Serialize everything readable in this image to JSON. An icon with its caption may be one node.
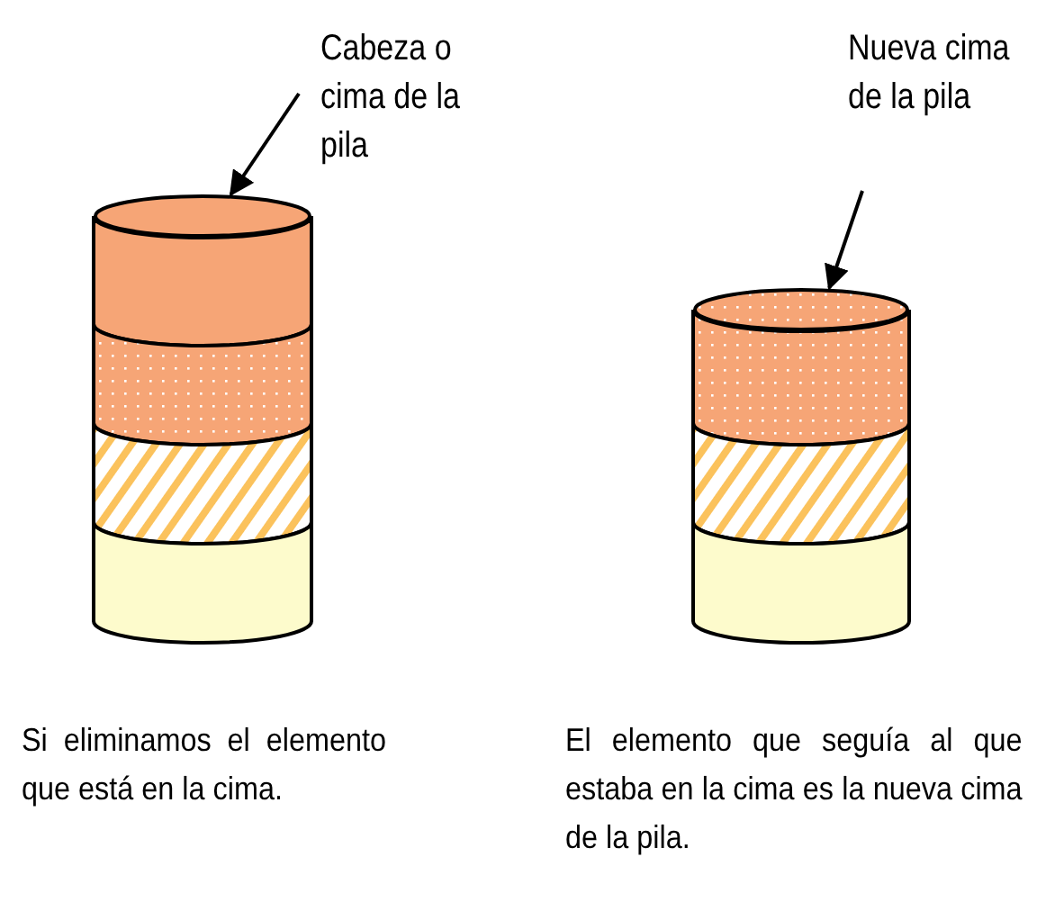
{
  "diagram": {
    "nodes": [
      {
        "text": [
          "Cabeza o cima de la pila"
        ]
      },
      {
        "text": [],
        "shape": "cylinder"
      },
      {
        "text": [],
        "shape": "cylinder"
      },
      {
        "text": [],
        "shape": "cylinder"
      },
      {
        "text": [],
        "shape": "cylinder"
      },
      {
        "text": [
          "Nueva cima de la pila"
        ]
      },
      {
        "text": [],
        "shape": "cylinder"
      },
      {
        "text": [],
        "shape": "cylinder"
      },
      {
        "text": [],
        "shape": "cylinder"
      }
    ],
    "edges": [
      {
        "from": 0,
        "to": 1,
        "arrow": "to"
      },
      {
        "from": 5,
        "to": 6,
        "arrow": "to"
      }
    ],
    "labels": [
      "Si eliminamos el elemento que está en la cima.",
      "El elemento que seguía al que estaba en la cima es la nueva cima de la pila."
    ]
  }
}
